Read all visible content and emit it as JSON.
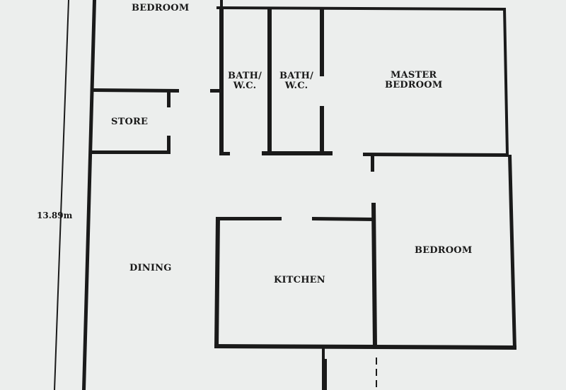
{
  "dimension": {
    "height_label": "13.89m"
  },
  "rooms": {
    "bedroom_top": "BEDROOM",
    "store": "STORE",
    "bath1": [
      "BATH/",
      "W.C."
    ],
    "bath2": [
      "BATH/",
      "W.C."
    ],
    "master_bedroom": [
      "MASTER",
      "BEDROOM"
    ],
    "bedroom_right": "BEDROOM",
    "dining": "DINING",
    "kitchen": "KITCHEN"
  },
  "colors": {
    "background": "#eceeed",
    "wall": "#1a1a1a"
  }
}
